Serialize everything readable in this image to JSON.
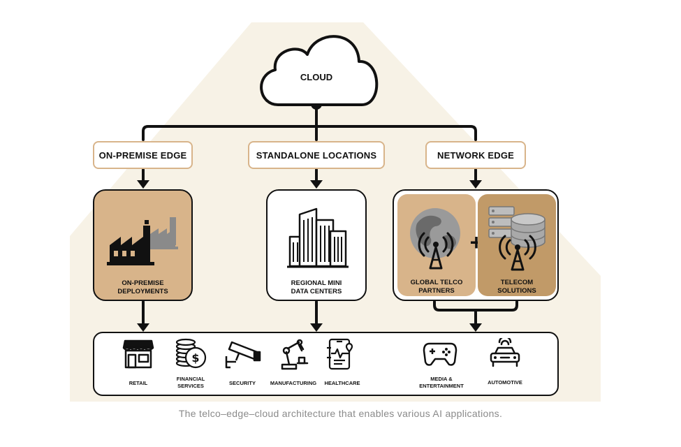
{
  "cloud": {
    "label": "CLOUD"
  },
  "tiers": [
    {
      "label": "ON-PREMISE EDGE"
    },
    {
      "label": "STANDALONE LOCATIONS"
    },
    {
      "label": "NETWORK EDGE"
    }
  ],
  "panels": {
    "onprem": {
      "line1": "ON-PREMISE",
      "line2": "DEPLOYMENTS"
    },
    "standalone": {
      "line1": "REGIONAL MINI",
      "line2": "DATA CENTERS"
    },
    "telco_partners": {
      "line1": "GLOBAL TELCO",
      "line2": "PARTNERS"
    },
    "telecom_solutions": {
      "line1": "TELECOM",
      "line2": "SOLUTIONS"
    },
    "plus": "+"
  },
  "applications": [
    {
      "line1": "RETAIL",
      "line2": "",
      "icon": "storefront-icon"
    },
    {
      "line1": "FINANCIAL",
      "line2": "SERVICES",
      "icon": "coins-icon"
    },
    {
      "line1": "SECURITY",
      "line2": "",
      "icon": "cctv-camera-icon"
    },
    {
      "line1": "MANUFACTURING",
      "line2": "",
      "icon": "robot-arm-icon"
    },
    {
      "line1": "HEALTHCARE",
      "line2": "",
      "icon": "medical-tablet-icon"
    },
    {
      "line1": "MEDIA &",
      "line2": "ENTERTAINMENT",
      "icon": "gamepad-icon"
    },
    {
      "line1": "AUTOMOTIVE",
      "line2": "",
      "icon": "car-icon"
    }
  ],
  "caption": "The telco–edge–cloud architecture that enables various AI applications.",
  "colors": {
    "accent": "#d8b48a",
    "background_shape": "#f7f2e6",
    "ink": "#111111",
    "caption": "#8a8a8a"
  }
}
